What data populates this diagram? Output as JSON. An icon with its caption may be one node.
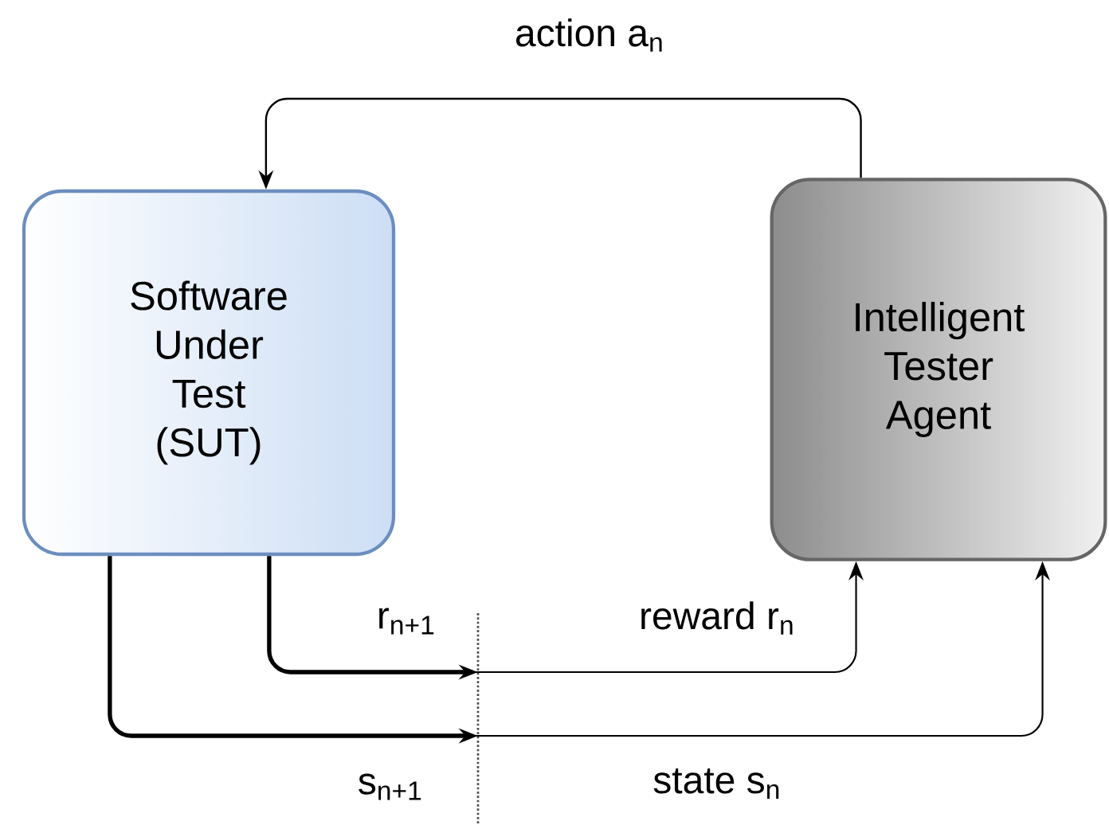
{
  "diagram": {
    "nodes": [
      {
        "text": [
          "Software Under Test (SUT)"
        ]
      },
      {
        "text": [
          "Intelligent Tester Agent"
        ]
      }
    ],
    "edges": [
      {
        "from": 1,
        "to": 0,
        "arrow": "to",
        "label": "action a$_{n}$"
      },
      {
        "from": 0,
        "to": 1,
        "arrow": "to",
        "label": "reward r$_{n}$"
      },
      {
        "from": 0,
        "to": 1,
        "arrow": "to",
        "label": "state s$_{n}$"
      }
    ],
    "labels": [
      "r$_{n+1}$",
      "s$_{n+1}$"
    ]
  }
}
